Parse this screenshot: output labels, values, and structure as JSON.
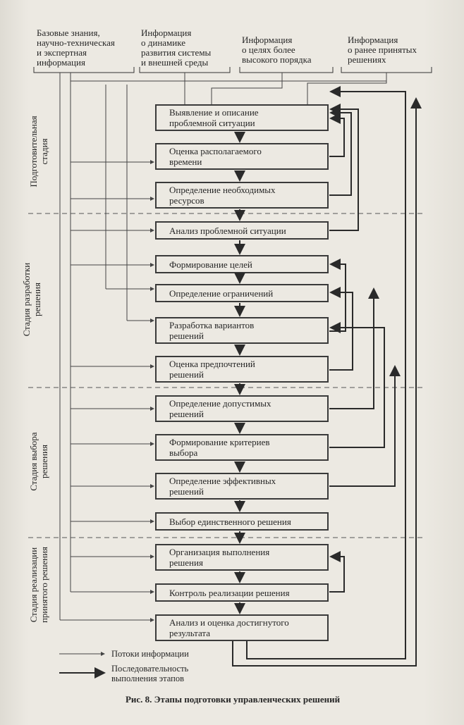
{
  "sources": [
    {
      "id": "base",
      "text": "Базовые знания,\nнаучно-техническая\nи экспертная\nинформация"
    },
    {
      "id": "dynamics",
      "text": "Информация\nо динамике\nразвития системы\nи внешней среды"
    },
    {
      "id": "goals",
      "text": "Информация\nо целях более\nвысокого порядка"
    },
    {
      "id": "previous",
      "text": "Информация\nо ранее принятых\nрешениях"
    }
  ],
  "stages": [
    {
      "label": "Подготовительная\nстадия"
    },
    {
      "label": "Стадия разработки\nрешения"
    },
    {
      "label": "Стадия выбора\nрешения"
    },
    {
      "label": "Стадия реализации\nпринятого решения"
    }
  ],
  "steps": [
    "Выявление и описание\nпроблемной ситуации",
    "Оценка располагаемого\nвремени",
    "Определение необходимых\nресурсов",
    "Анализ проблемной ситуации",
    "Формирование целей",
    "Определение ограничений",
    "Разработка вариантов\nрешений",
    "Оценка предпочтений\nрешений",
    "Определение допустимых\nрешений",
    "Формирование критериев\nвыбора",
    "Определение эффективных\nрешений",
    "Выбор единственного решения",
    "Организация выполнения\nрешения",
    "Контроль реализации решения",
    "Анализ и оценка достигнутого\nрезультата"
  ],
  "legend": {
    "info_flows": "Потоки информации",
    "sequence": "Последовательность\nвыполнения этапов"
  },
  "caption": "Рис. 8. Этапы подготовки управленческих решений",
  "colors": {
    "ink": "#262626",
    "paper": "#ece9e2"
  }
}
